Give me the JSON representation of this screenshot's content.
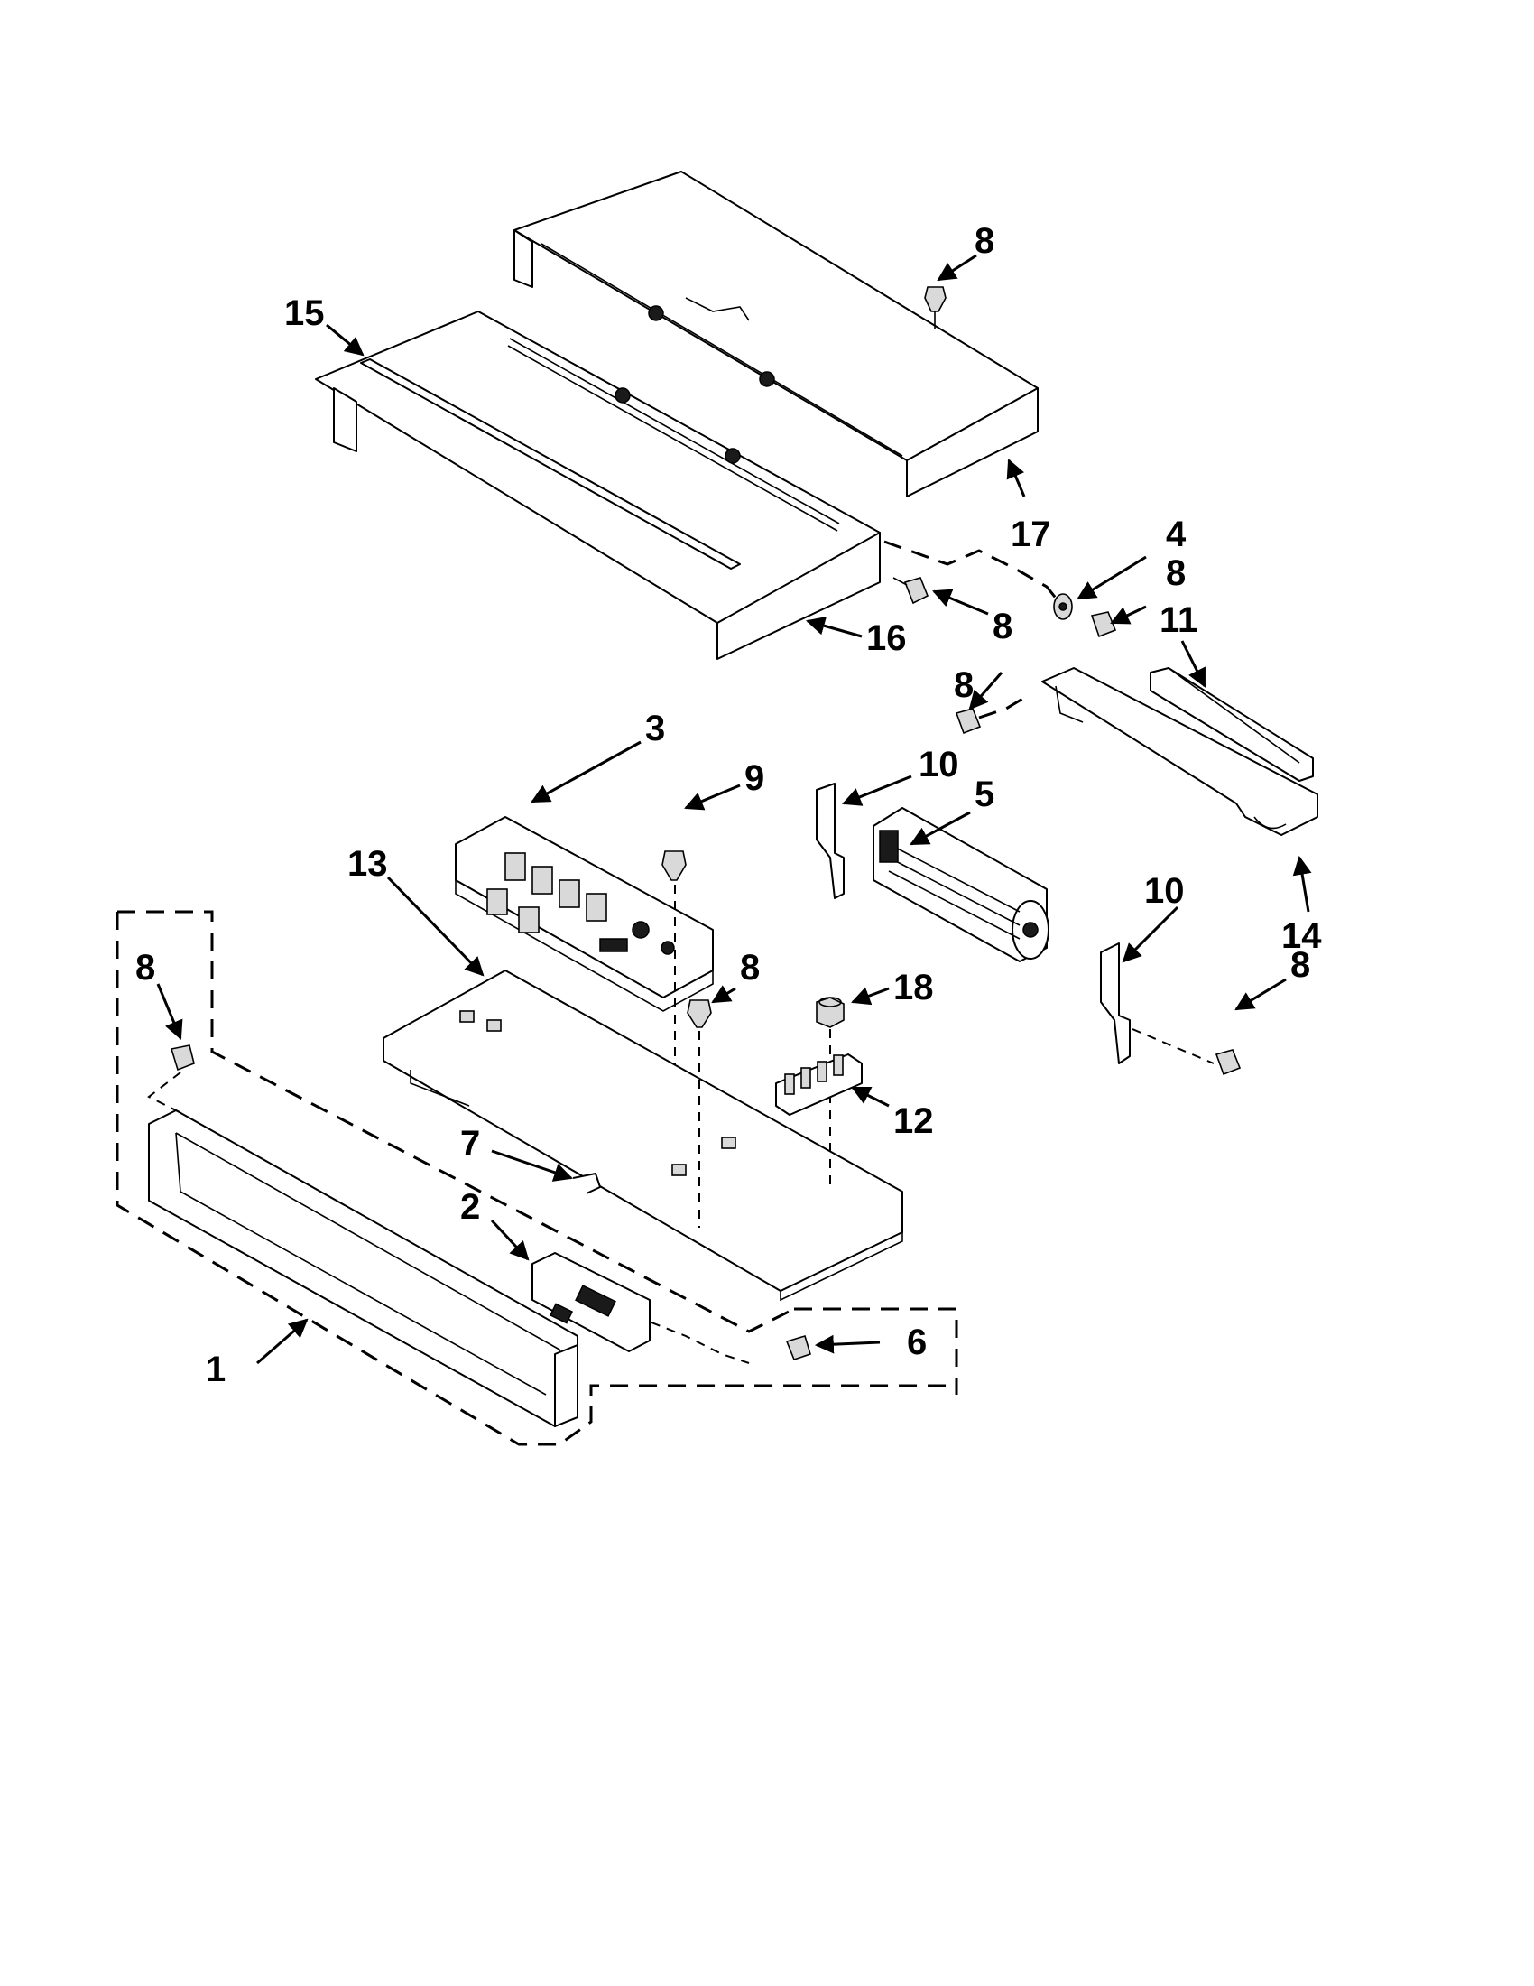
{
  "callouts": [
    {
      "id": "c-8-top",
      "text": "8"
    },
    {
      "id": "c-15",
      "text": "15"
    },
    {
      "id": "c-17",
      "text": "17"
    },
    {
      "id": "c-4",
      "text": "4"
    },
    {
      "id": "c-8-b",
      "text": "8"
    },
    {
      "id": "c-8-c",
      "text": "8"
    },
    {
      "id": "c-16",
      "text": "16"
    },
    {
      "id": "c-8-d",
      "text": "8"
    },
    {
      "id": "c-11",
      "text": "11"
    },
    {
      "id": "c-3",
      "text": "3"
    },
    {
      "id": "c-9",
      "text": "9"
    },
    {
      "id": "c-10-a",
      "text": "10"
    },
    {
      "id": "c-5",
      "text": "5"
    },
    {
      "id": "c-13",
      "text": "13"
    },
    {
      "id": "c-14",
      "text": "14"
    },
    {
      "id": "c-10-b",
      "text": "10"
    },
    {
      "id": "c-8-e",
      "text": "8"
    },
    {
      "id": "c-8-f",
      "text": "8"
    },
    {
      "id": "c-18",
      "text": "18"
    },
    {
      "id": "c-8-g",
      "text": "8"
    },
    {
      "id": "c-12",
      "text": "12"
    },
    {
      "id": "c-7",
      "text": "7"
    },
    {
      "id": "c-2",
      "text": "2"
    },
    {
      "id": "c-6",
      "text": "6"
    },
    {
      "id": "c-1",
      "text": "1"
    }
  ]
}
